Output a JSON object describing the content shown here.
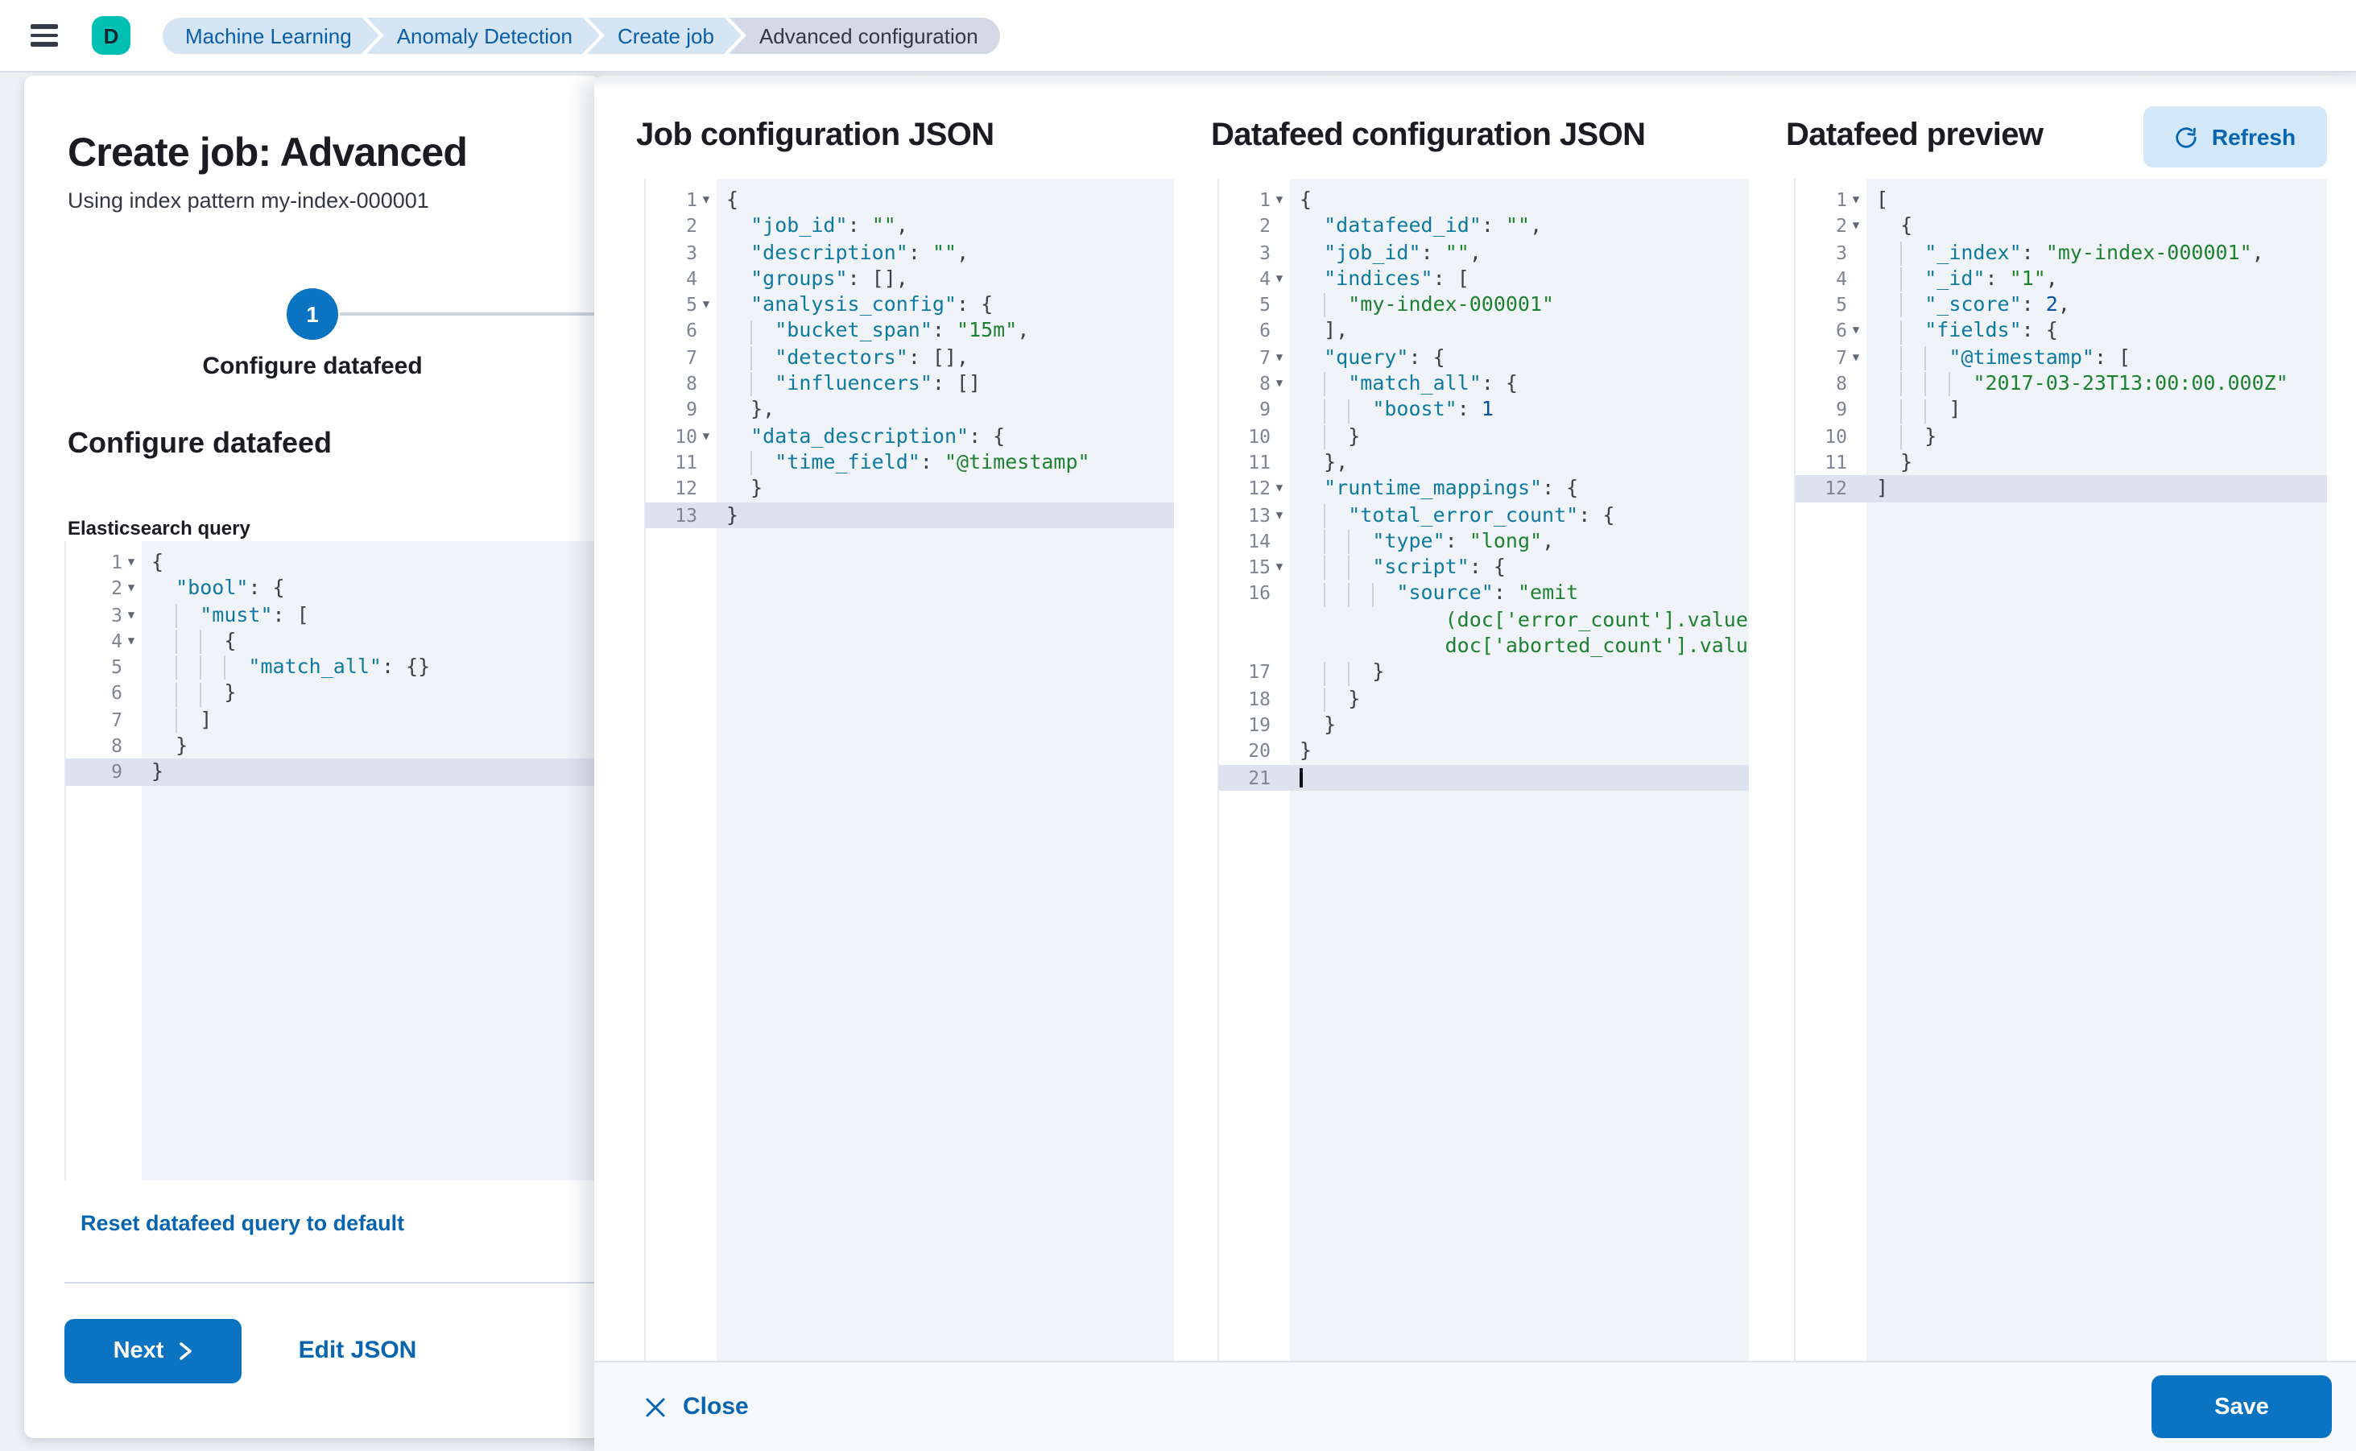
{
  "header": {
    "app_letter": "D",
    "breadcrumbs": [
      {
        "label": "Machine Learning",
        "current": false
      },
      {
        "label": "Anomaly Detection",
        "current": false
      },
      {
        "label": "Create job",
        "current": false
      },
      {
        "label": "Advanced configuration",
        "current": true
      }
    ]
  },
  "wizard": {
    "title": "Create job: Advanced",
    "subtitle": "Using index pattern my-index-000001",
    "step_number": "1",
    "step_label": "Configure datafeed",
    "section_heading": "Configure datafeed",
    "query_label": "Elasticsearch query",
    "reset_link": "Reset datafeed query to default",
    "next_button": "Next",
    "edit_json_link": "Edit JSON"
  },
  "panels": {
    "job_title": "Job configuration JSON",
    "datafeed_title": "Datafeed configuration JSON",
    "preview_title": "Datafeed preview",
    "refresh_button": "Refresh"
  },
  "footer": {
    "close_button": "Close",
    "save_button": "Save"
  },
  "colors": {
    "accent": "#0a73c2",
    "link": "#0765b0",
    "avatar_bg": "#00bfb3",
    "key": "#0f7aa0",
    "string": "#1e8132",
    "number": "#0451a5",
    "editor_bg": "#f0f3f8",
    "highlight_row": "#dde3ee"
  },
  "editors": {
    "esQuery": {
      "lines": [
        {
          "n": "1",
          "fold": true,
          "ind": 0,
          "tokens": [
            [
              "p",
              "{"
            ]
          ]
        },
        {
          "n": "2",
          "fold": true,
          "ind": 2,
          "tokens": [
            [
              "k",
              "\"bool\""
            ],
            [
              "p",
              ": {"
            ]
          ]
        },
        {
          "n": "3",
          "fold": true,
          "ind": 4,
          "tokens": [
            [
              "k",
              "\"must\""
            ],
            [
              "p",
              ": ["
            ]
          ]
        },
        {
          "n": "4",
          "fold": true,
          "ind": 6,
          "tokens": [
            [
              "p",
              "{"
            ]
          ]
        },
        {
          "n": "5",
          "ind": 8,
          "tokens": [
            [
              "k",
              "\"match_all\""
            ],
            [
              "p",
              ": {}"
            ]
          ]
        },
        {
          "n": "6",
          "ind": 6,
          "tokens": [
            [
              "p",
              "}"
            ]
          ]
        },
        {
          "n": "7",
          "ind": 4,
          "tokens": [
            [
              "p",
              "]"
            ]
          ]
        },
        {
          "n": "8",
          "ind": 2,
          "tokens": [
            [
              "p",
              "}"
            ]
          ]
        },
        {
          "n": "9",
          "ind": 0,
          "hl": true,
          "tokens": [
            [
              "p",
              "}"
            ]
          ]
        }
      ]
    },
    "job": {
      "lines": [
        {
          "n": "1",
          "fold": true,
          "ind": 0,
          "tokens": [
            [
              "p",
              "{"
            ]
          ]
        },
        {
          "n": "2",
          "ind": 2,
          "tokens": [
            [
              "k",
              "\"job_id\""
            ],
            [
              "p",
              ": "
            ],
            [
              "s",
              "\"\""
            ],
            [
              "p",
              ","
            ]
          ]
        },
        {
          "n": "3",
          "ind": 2,
          "tokens": [
            [
              "k",
              "\"description\""
            ],
            [
              "p",
              ": "
            ],
            [
              "s",
              "\"\""
            ],
            [
              "p",
              ","
            ]
          ]
        },
        {
          "n": "4",
          "ind": 2,
          "tokens": [
            [
              "k",
              "\"groups\""
            ],
            [
              "p",
              ": [],"
            ]
          ]
        },
        {
          "n": "5",
          "fold": true,
          "ind": 2,
          "tokens": [
            [
              "k",
              "\"analysis_config\""
            ],
            [
              "p",
              ": {"
            ]
          ]
        },
        {
          "n": "6",
          "ind": 4,
          "tokens": [
            [
              "k",
              "\"bucket_span\""
            ],
            [
              "p",
              ": "
            ],
            [
              "s",
              "\"15m\""
            ],
            [
              "p",
              ","
            ]
          ]
        },
        {
          "n": "7",
          "ind": 4,
          "tokens": [
            [
              "k",
              "\"detectors\""
            ],
            [
              "p",
              ": [],"
            ]
          ]
        },
        {
          "n": "8",
          "ind": 4,
          "tokens": [
            [
              "k",
              "\"influencers\""
            ],
            [
              "p",
              ": []"
            ]
          ]
        },
        {
          "n": "9",
          "ind": 2,
          "tokens": [
            [
              "p",
              "},"
            ]
          ]
        },
        {
          "n": "10",
          "fold": true,
          "ind": 2,
          "tokens": [
            [
              "k",
              "\"data_description\""
            ],
            [
              "p",
              ": {"
            ]
          ]
        },
        {
          "n": "11",
          "ind": 4,
          "tokens": [
            [
              "k",
              "\"time_field\""
            ],
            [
              "p",
              ": "
            ],
            [
              "s",
              "\"@timestamp\""
            ]
          ]
        },
        {
          "n": "12",
          "ind": 2,
          "tokens": [
            [
              "p",
              "}"
            ]
          ]
        },
        {
          "n": "13",
          "ind": 0,
          "hl": true,
          "tokens": [
            [
              "p",
              "}"
            ]
          ]
        }
      ]
    },
    "datafeed": {
      "lines": [
        {
          "n": "1",
          "fold": true,
          "ind": 0,
          "tokens": [
            [
              "p",
              "{"
            ]
          ]
        },
        {
          "n": "2",
          "ind": 2,
          "tokens": [
            [
              "k",
              "\"datafeed_id\""
            ],
            [
              "p",
              ": "
            ],
            [
              "s",
              "\"\""
            ],
            [
              "p",
              ","
            ]
          ]
        },
        {
          "n": "3",
          "ind": 2,
          "tokens": [
            [
              "k",
              "\"job_id\""
            ],
            [
              "p",
              ": "
            ],
            [
              "s",
              "\"\""
            ],
            [
              "p",
              ","
            ]
          ]
        },
        {
          "n": "4",
          "fold": true,
          "ind": 2,
          "tokens": [
            [
              "k",
              "\"indices\""
            ],
            [
              "p",
              ": ["
            ]
          ]
        },
        {
          "n": "5",
          "ind": 4,
          "tokens": [
            [
              "s",
              "\"my-index-000001\""
            ]
          ]
        },
        {
          "n": "6",
          "ind": 2,
          "tokens": [
            [
              "p",
              "],"
            ]
          ]
        },
        {
          "n": "7",
          "fold": true,
          "ind": 2,
          "tokens": [
            [
              "k",
              "\"query\""
            ],
            [
              "p",
              ": {"
            ]
          ]
        },
        {
          "n": "8",
          "fold": true,
          "ind": 4,
          "tokens": [
            [
              "k",
              "\"match_all\""
            ],
            [
              "p",
              ": {"
            ]
          ]
        },
        {
          "n": "9",
          "ind": 6,
          "tokens": [
            [
              "k",
              "\"boost\""
            ],
            [
              "p",
              ": "
            ],
            [
              "n",
              "1"
            ]
          ]
        },
        {
          "n": "10",
          "ind": 4,
          "tokens": [
            [
              "p",
              "}"
            ]
          ]
        },
        {
          "n": "11",
          "ind": 2,
          "tokens": [
            [
              "p",
              "},"
            ]
          ]
        },
        {
          "n": "12",
          "fold": true,
          "ind": 2,
          "tokens": [
            [
              "k",
              "\"runtime_mappings\""
            ],
            [
              "p",
              ": {"
            ]
          ]
        },
        {
          "n": "13",
          "fold": true,
          "ind": 4,
          "tokens": [
            [
              "k",
              "\"total_error_count\""
            ],
            [
              "p",
              ": {"
            ]
          ]
        },
        {
          "n": "14",
          "ind": 6,
          "tokens": [
            [
              "k",
              "\"type\""
            ],
            [
              "p",
              ": "
            ],
            [
              "s",
              "\"long\""
            ],
            [
              "p",
              ","
            ]
          ]
        },
        {
          "n": "15",
          "fold": true,
          "ind": 6,
          "tokens": [
            [
              "k",
              "\"script\""
            ],
            [
              "p",
              ": {"
            ]
          ]
        },
        {
          "n": "16",
          "ind": 8,
          "tokens": [
            [
              "k",
              "\"source\""
            ],
            [
              "p",
              ": "
            ],
            [
              "s",
              "\"emit"
            ]
          ]
        },
        {
          "n": "",
          "ind": 12,
          "plain": true,
          "tokens": [
            [
              "s",
              "(doc['error_count'].value +"
            ]
          ]
        },
        {
          "n": "",
          "ind": 12,
          "plain": true,
          "tokens": [
            [
              "s",
              "doc['aborted_count'].value)\""
            ]
          ]
        },
        {
          "n": "17",
          "ind": 6,
          "tokens": [
            [
              "p",
              "}"
            ]
          ]
        },
        {
          "n": "18",
          "ind": 4,
          "tokens": [
            [
              "p",
              "}"
            ]
          ]
        },
        {
          "n": "19",
          "ind": 2,
          "tokens": [
            [
              "p",
              "}"
            ]
          ]
        },
        {
          "n": "20",
          "ind": 0,
          "tokens": [
            [
              "p",
              "}"
            ]
          ]
        },
        {
          "n": "21",
          "ind": 0,
          "hl": true,
          "cursor": true,
          "tokens": []
        }
      ]
    },
    "preview": {
      "lines": [
        {
          "n": "1",
          "fold": true,
          "ind": 0,
          "tokens": [
            [
              "p",
              "["
            ]
          ]
        },
        {
          "n": "2",
          "fold": true,
          "ind": 2,
          "tokens": [
            [
              "p",
              "{"
            ]
          ]
        },
        {
          "n": "3",
          "ind": 4,
          "tokens": [
            [
              "k",
              "\"_index\""
            ],
            [
              "p",
              ": "
            ],
            [
              "s",
              "\"my-index-000001\""
            ],
            [
              "p",
              ","
            ]
          ]
        },
        {
          "n": "4",
          "ind": 4,
          "tokens": [
            [
              "k",
              "\"_id\""
            ],
            [
              "p",
              ": "
            ],
            [
              "s",
              "\"1\""
            ],
            [
              "p",
              ","
            ]
          ]
        },
        {
          "n": "5",
          "ind": 4,
          "tokens": [
            [
              "k",
              "\"_score\""
            ],
            [
              "p",
              ": "
            ],
            [
              "n",
              "2"
            ],
            [
              "p",
              ","
            ]
          ]
        },
        {
          "n": "6",
          "fold": true,
          "ind": 4,
          "tokens": [
            [
              "k",
              "\"fields\""
            ],
            [
              "p",
              ": {"
            ]
          ]
        },
        {
          "n": "7",
          "fold": true,
          "ind": 6,
          "tokens": [
            [
              "k",
              "\"@timestamp\""
            ],
            [
              "p",
              ": ["
            ]
          ]
        },
        {
          "n": "8",
          "ind": 8,
          "tokens": [
            [
              "s",
              "\"2017-03-23T13:00:00.000Z\""
            ]
          ]
        },
        {
          "n": "9",
          "ind": 6,
          "tokens": [
            [
              "p",
              "]"
            ]
          ]
        },
        {
          "n": "10",
          "ind": 4,
          "tokens": [
            [
              "p",
              "}"
            ]
          ]
        },
        {
          "n": "11",
          "ind": 2,
          "tokens": [
            [
              "p",
              "}"
            ]
          ]
        },
        {
          "n": "12",
          "ind": 0,
          "hl": true,
          "tokens": [
            [
              "p",
              "]"
            ]
          ]
        }
      ]
    }
  }
}
